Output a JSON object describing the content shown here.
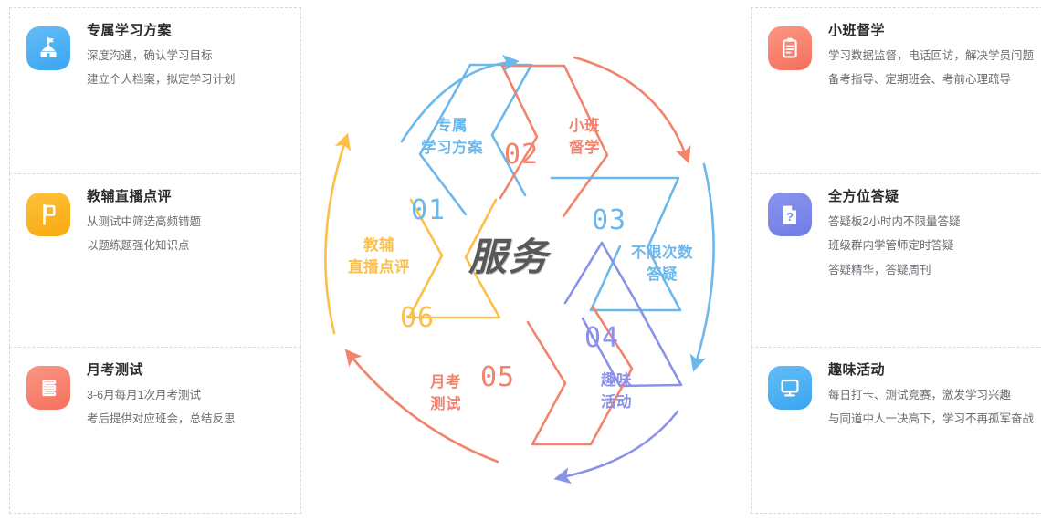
{
  "center": {
    "word": "服务"
  },
  "colors": {
    "blue": "#6CB8EC",
    "coral": "#F4836B",
    "amber": "#FBBF4A",
    "periwinkle": "#8A92E8",
    "sky": "#6CB8EC",
    "pink": "#F4836B",
    "text_dark": "#2b2b2b",
    "text_body": "#6b6b72",
    "center_gray": "#585858"
  },
  "wheel": {
    "segments": [
      {
        "number": "01",
        "label_line1": "专属",
        "label_line2": "学习方案",
        "color": "#6CB8EC"
      },
      {
        "number": "02",
        "label_line1": "小班",
        "label_line2": "督学",
        "color": "#F4836B"
      },
      {
        "number": "03",
        "label_line1": "不限次数",
        "label_line2": "答疑",
        "color": "#6CB8EC"
      },
      {
        "number": "04",
        "label_line1": "趣味",
        "label_line2": "活动",
        "color": "#8A92E8"
      },
      {
        "number": "05",
        "label_line1": "月考",
        "label_line2": "测试",
        "color": "#F4836B"
      },
      {
        "number": "06",
        "label_line1": "教辅",
        "label_line2": "直播点评",
        "color": "#FBBF4A"
      }
    ]
  },
  "left_features": [
    {
      "icon": "podium-flag-icon",
      "icon_bg": "#4FB3F6",
      "title": "专属学习方案",
      "lines": [
        "深度沟通，确认学习目标",
        "建立个人档案，拟定学习计划"
      ]
    },
    {
      "icon": "flag-icon",
      "icon_bg": "#FBB323",
      "title": "教辅直播点评",
      "lines": [
        "从测试中筛选高频错题",
        "以题练题强化知识点"
      ]
    },
    {
      "icon": "books-icon",
      "icon_bg": "#F8836F",
      "title": "月考测试",
      "lines": [
        "3-6月每月1次月考测试",
        "考后提供对应班会，总结反思"
      ]
    }
  ],
  "right_features": [
    {
      "icon": "clipboard-icon",
      "icon_bg": "#F8836F",
      "title": "小班督学",
      "lines": [
        "学习数据监督，电话回访，解决学员问题",
        "备考指导、定期班会、考前心理疏导"
      ]
    },
    {
      "icon": "question-document-icon",
      "icon_bg": "#7B87E8",
      "title": "全方位答疑",
      "lines": [
        "答疑板2小时内不限量答疑",
        "班级群内学管师定时答疑",
        "答疑精华，答疑周刊"
      ]
    },
    {
      "icon": "monitor-icon",
      "icon_bg": "#4FB3F6",
      "title": "趣味活动",
      "lines": [
        "每日打卡、测试竞赛，激发学习兴趣",
        "与同道中人一决高下，学习不再孤军奋战"
      ]
    }
  ]
}
